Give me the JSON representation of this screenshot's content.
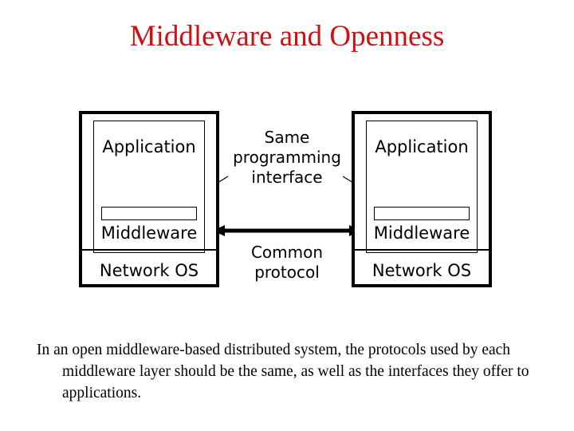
{
  "slide": {
    "title": "Middleware and Openness",
    "title_color": "#CC1111",
    "background_color": "#FFFFFF",
    "caption": "In an open middleware-based distributed system, the protocols used by each middleware layer should be the same, as well as the interfaces they offer to applications."
  },
  "diagram": {
    "type": "layered-stack-comparison",
    "line_color": "#000000",
    "stacks": [
      {
        "id": "left",
        "name": "left-machine-stack",
        "layers": [
          {
            "key": "application",
            "label": "Application"
          },
          {
            "key": "interface",
            "label": ""
          },
          {
            "key": "middleware",
            "label": "Middleware"
          },
          {
            "key": "network_os",
            "label": "Network OS"
          }
        ]
      },
      {
        "id": "right",
        "name": "right-machine-stack",
        "layers": [
          {
            "key": "application",
            "label": "Application"
          },
          {
            "key": "interface",
            "label": ""
          },
          {
            "key": "middleware",
            "label": "Middleware"
          },
          {
            "key": "network_os",
            "label": "Network OS"
          }
        ]
      }
    ],
    "annotations": {
      "interface_note": {
        "lines": [
          "Same",
          "programming",
          "interface"
        ],
        "text": "Same programming interface",
        "points_to": [
          "left.interface",
          "right.interface"
        ],
        "connector": "thin-leader-lines-with-arrowheads"
      },
      "protocol_note": {
        "lines": [
          "Common",
          "protocol"
        ],
        "text": "Common protocol",
        "connects": [
          "left.middleware",
          "right.middleware"
        ],
        "connector": "thick-double-headed-horizontal-arrow"
      }
    }
  }
}
